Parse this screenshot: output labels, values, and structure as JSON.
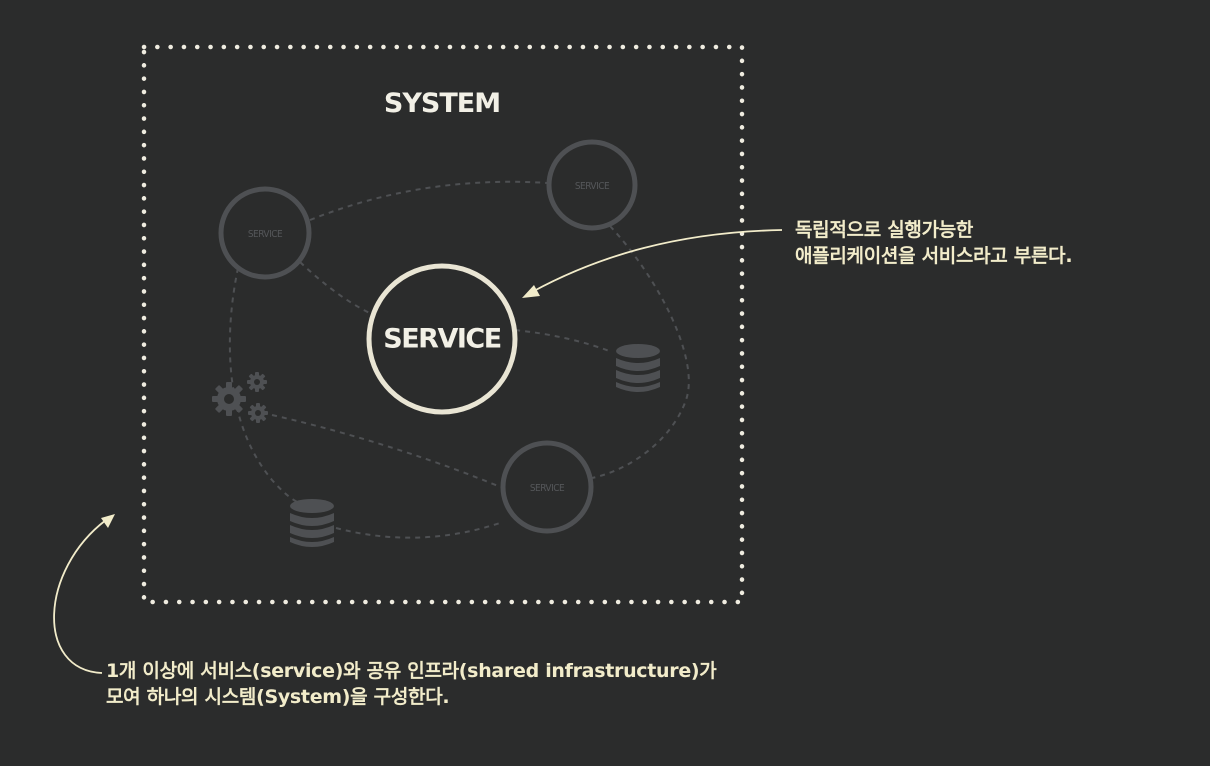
{
  "system": {
    "title": "SYSTEM"
  },
  "services": {
    "main_label": "SERVICE",
    "small_labels": [
      "SERVICE",
      "SERVICE",
      "SERVICE"
    ]
  },
  "annotations": {
    "service_definition": {
      "line1": "독립적으로 실행가능한",
      "line2": "애플리케이션을 서비스라고 부른다."
    },
    "system_definition": {
      "line1": "1개 이상에 서비스(service)와 공유 인프라(shared infrastructure)가",
      "line2": "모여 하나의 시스템(System)을 구성한다."
    }
  },
  "colors": {
    "background": "#2b2c2c",
    "accent_text": "#f2ecca",
    "main_service_ring": "#e9e5d4",
    "faded_element": "#4e5053",
    "dotted_border": "#efece0"
  },
  "icons": [
    "database-icon",
    "database-icon",
    "gears-icon"
  ]
}
